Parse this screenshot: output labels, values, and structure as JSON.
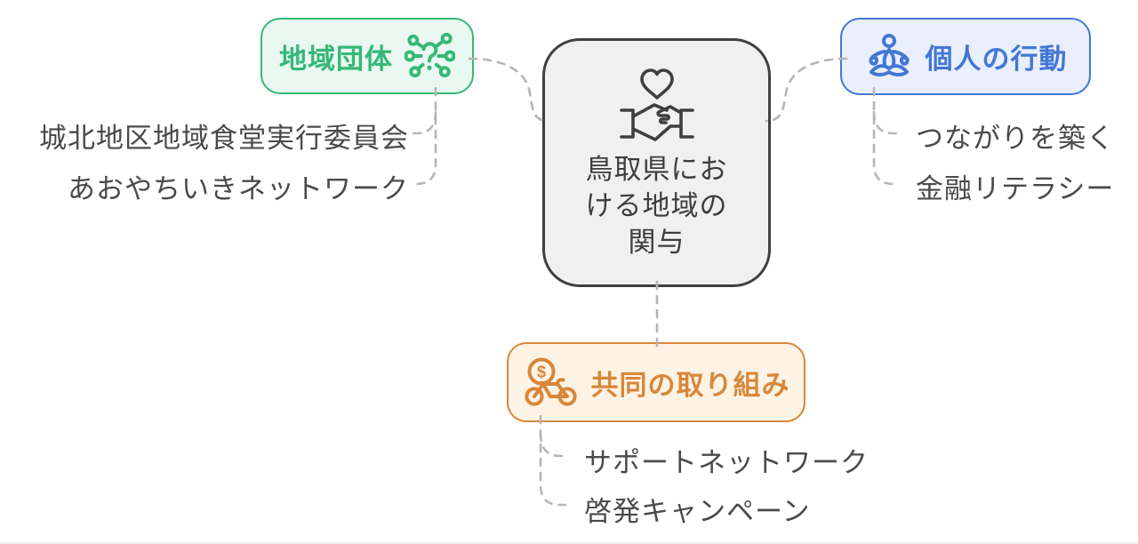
{
  "diagram": {
    "type": "mindmap",
    "background": "#ffffff",
    "connector_color": "#b5b5b5"
  },
  "center": {
    "label": "鳥取県における地域の関与",
    "lines": [
      "鳥取県にお",
      "ける地域の",
      "関与"
    ],
    "icon": "heart-handshake-icon",
    "border_color": "#404040",
    "bg_color": "#f0f0f0",
    "text_color": "#3d3d3d"
  },
  "branches": [
    {
      "id": "community-groups",
      "label": "地域団体",
      "icon": "network-question-icon",
      "color": "#35b877",
      "bg": "#e9f8f0",
      "children": [
        "城北地区地域食堂実行委員会",
        "あおやちいきネットワーク"
      ]
    },
    {
      "id": "individual-actions",
      "label": "個人の行動",
      "icon": "meditation-person-icon",
      "color": "#4277d4",
      "bg": "#e9effc",
      "children": [
        "つながりを築く",
        "金融リテラシー"
      ]
    },
    {
      "id": "collaborative-initiatives",
      "label": "共同の取り組み",
      "icon": "money-bicycle-icon",
      "color": "#d8873a",
      "bg": "#fdf3e5",
      "children": [
        "サポートネットワーク",
        "啓発キャンペーン"
      ]
    }
  ]
}
